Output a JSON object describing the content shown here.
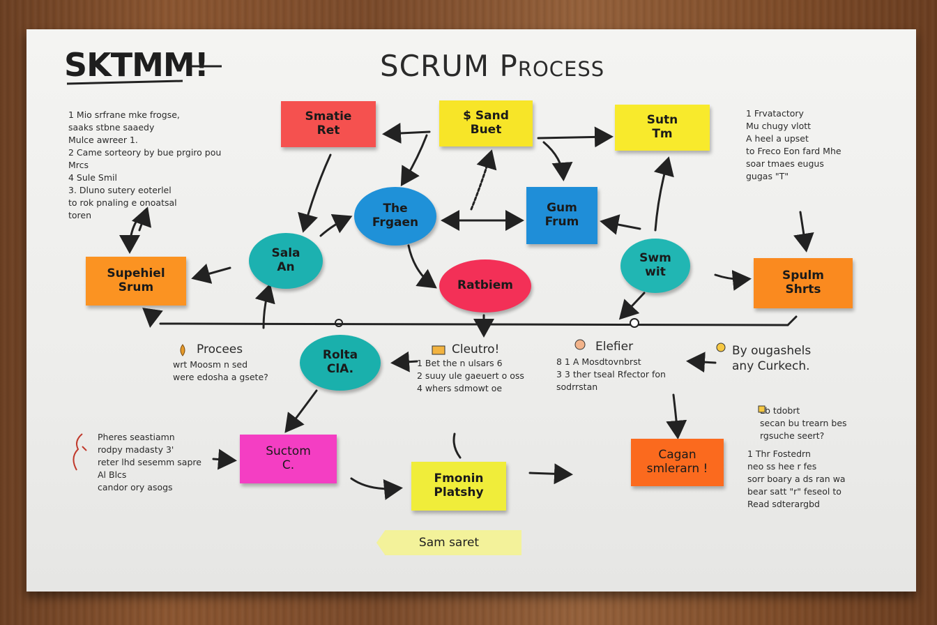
{
  "board": {
    "title_left": "SKTMM!",
    "title_main": "SCRUM Process"
  },
  "notes": {
    "red": "Smatie\nRet",
    "yellow_center": "$ Sand\nBuet",
    "yellow_right": "Sutn\nTm",
    "blue_square": "Gum\nFrum",
    "orange_left": "Supehiel\nSrum",
    "orange_right": "Spulm\nShrts",
    "magenta": "Suctom\nC.",
    "yellow_bottom": "Fmonin\nPlatshy",
    "orange_bottom": "Cagan\nsmlerarn !",
    "tag": "Sam saret"
  },
  "ovals": {
    "blue": "The\nFrgaen",
    "teal_left": "Sala\nAn",
    "red": "Ratbiem",
    "teal_right": "Swm\nwit",
    "teal_bottom": "Rolta\nClA."
  },
  "text": {
    "top_left": "1 Mio srfrane mke frogse,\n  saaks stbne saaedy\n  Mulce awreer 1.\n2 Came sorteory by bue prgiro pou\n  Mrcs\n4 Sule Smil\n3. Dluno sutery eoterlel\n  to rok pnaling e onoatsal\n  toren",
    "top_right": "1 Frvatactory\n  Mu chugy vlott\n  A heel a upset\n  to Freco Eon fard Mhe\n  soar tmaes eugus\n  gugas \"T\"",
    "mid_left_title": "Procees",
    "mid_left_body": "wrt Moosm n sed\nwere edosha a gsete?",
    "mid_center_title": "Cleutro!",
    "mid_center_body": "1 Bet the n ulsars 6\n2 suuy ule gaeuert o oss\n4 whers sdmowt oe",
    "mid_right_title": "Elefier",
    "mid_right_body": "8 1 A Mosdtovnbrst\n3 3 ther tseal Rfector fon\n  sodrrstan",
    "far_right": "By ougashels\nany Curkech.",
    "bottom_left": "Pheres seastiamn\nrodpy madasty 3'\nreter lhd sesemm sapre\nAl Blcs\ncandor ory asogs",
    "bottom_right_top": "Lb tdobrt\nsecan bu trearn bes\nrgsuche seert?",
    "bottom_right": "1 Thr Fostedrn\n  neo ss hee r fes\n  sorr boary a ds ran wa\n  bear satt \"r\" feseol to\n  Read sdterargbd"
  }
}
